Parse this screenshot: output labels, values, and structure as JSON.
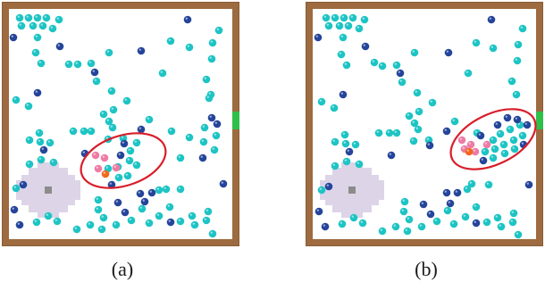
{
  "figure": {
    "captions": [
      "(a)",
      "(b)"
    ]
  },
  "colors": {
    "wall": "#9d6b3f",
    "wall_edge": "#8a5c35",
    "floor": "#ffffff",
    "exit": "#2fbf4b",
    "base_zone": "#ddd4e8",
    "base_marker": "#8c8c8c",
    "agent_teal": "#1ec4c4",
    "agent_blue": "#25459a",
    "agent_pink": "#ee7ba5",
    "agent_orange": "#f2681c",
    "highlight": "#d81e2a"
  },
  "panels": [
    {
      "label": "(a)",
      "agents": [
        [
          20,
          18,
          "t"
        ],
        [
          30,
          18,
          "t"
        ],
        [
          40,
          18,
          "t"
        ],
        [
          50,
          18,
          "t"
        ],
        [
          64,
          20,
          "t"
        ],
        [
          22,
          27,
          "t"
        ],
        [
          35,
          27,
          "t"
        ],
        [
          46,
          27,
          "t"
        ],
        [
          57,
          30,
          "t"
        ],
        [
          13,
          40,
          "b"
        ],
        [
          40,
          40,
          "t"
        ],
        [
          65,
          50,
          "b"
        ],
        [
          38,
          57,
          "t"
        ],
        [
          44,
          69,
          "t"
        ],
        [
          75,
          70,
          "t"
        ],
        [
          85,
          70,
          "t"
        ],
        [
          100,
          69,
          "t"
        ],
        [
          120,
          57,
          "t"
        ],
        [
          156,
          55,
          "b"
        ],
        [
          104,
          79,
          "b"
        ],
        [
          106,
          89,
          "t"
        ],
        [
          180,
          80,
          "t"
        ],
        [
          229,
          87,
          "t"
        ],
        [
          234,
          104,
          "t"
        ],
        [
          208,
          20,
          "b"
        ],
        [
          243,
          32,
          "t"
        ],
        [
          236,
          46,
          "t"
        ],
        [
          210,
          51,
          "t"
        ],
        [
          235,
          64,
          "t"
        ],
        [
          189,
          44,
          "t"
        ],
        [
          123,
          100,
          "t"
        ],
        [
          140,
          111,
          "t"
        ],
        [
          125,
          121,
          "t"
        ],
        [
          114,
          126,
          "t"
        ],
        [
          120,
          134,
          "t"
        ],
        [
          124,
          141,
          "t"
        ],
        [
          119,
          154,
          "t"
        ],
        [
          136,
          153,
          "t"
        ],
        [
          156,
          143,
          "b"
        ],
        [
          165,
          132,
          "t"
        ],
        [
          16,
          110,
          "t"
        ],
        [
          30,
          117,
          "t"
        ],
        [
          42,
          147,
          "t"
        ],
        [
          31,
          155,
          "t"
        ],
        [
          43,
          157,
          "t"
        ],
        [
          54,
          158,
          "t"
        ],
        [
          47,
          166,
          "b"
        ],
        [
          44,
          177,
          "t"
        ],
        [
          31,
          182,
          "t"
        ],
        [
          58,
          180,
          "t"
        ],
        [
          80,
          145,
          "t"
        ],
        [
          92,
          145,
          "t"
        ],
        [
          100,
          145,
          "t"
        ],
        [
          137,
          159,
          "b"
        ],
        [
          232,
          108,
          "t"
        ],
        [
          190,
          145,
          "t"
        ],
        [
          210,
          152,
          "t"
        ],
        [
          235,
          130,
          "b"
        ],
        [
          241,
          137,
          "b"
        ],
        [
          227,
          141,
          "t"
        ],
        [
          240,
          150,
          "t"
        ],
        [
          226,
          157,
          "t"
        ],
        [
          238,
          166,
          "t"
        ],
        [
          225,
          175,
          "b"
        ],
        [
          200,
          175,
          "t"
        ],
        [
          151,
          158,
          "t"
        ],
        [
          144,
          167,
          "t"
        ],
        [
          133,
          172,
          "b"
        ],
        [
          143,
          178,
          "t"
        ],
        [
          130,
          185,
          "t"
        ],
        [
          151,
          183,
          "t"
        ],
        [
          119,
          187,
          "t"
        ],
        [
          141,
          195,
          "t"
        ],
        [
          131,
          197,
          "t"
        ],
        [
          123,
          205,
          "b"
        ],
        [
          115,
          175,
          "p"
        ],
        [
          108,
          187,
          "p"
        ],
        [
          105,
          172,
          "p"
        ],
        [
          128,
          186,
          "p"
        ],
        [
          116,
          193,
          "o"
        ],
        [
          200,
          210,
          "t"
        ],
        [
          155,
          215,
          "b"
        ],
        [
          168,
          214,
          "b"
        ],
        [
          176,
          211,
          "t"
        ],
        [
          184,
          210,
          "t"
        ],
        [
          188,
          230,
          "t"
        ],
        [
          176,
          240,
          "t"
        ],
        [
          165,
          248,
          "t"
        ],
        [
          189,
          247,
          "b"
        ],
        [
          200,
          246,
          "t"
        ],
        [
          213,
          240,
          "t"
        ],
        [
          216,
          250,
          "t"
        ],
        [
          231,
          235,
          "t"
        ],
        [
          229,
          245,
          "t"
        ],
        [
          236,
          260,
          "t"
        ],
        [
          248,
          204,
          "b"
        ],
        [
          108,
          222,
          "t"
        ],
        [
          108,
          233,
          "t"
        ],
        [
          114,
          242,
          "t"
        ],
        [
          130,
          225,
          "b"
        ],
        [
          138,
          236,
          "b"
        ],
        [
          157,
          232,
          "t"
        ],
        [
          145,
          245,
          "t"
        ],
        [
          128,
          250,
          "t"
        ],
        [
          160,
          224,
          "b"
        ],
        [
          84,
          255,
          "t"
        ],
        [
          99,
          250,
          "t"
        ],
        [
          112,
          255,
          "t"
        ],
        [
          14,
          233,
          "b"
        ],
        [
          39,
          247,
          "t"
        ],
        [
          52,
          240,
          "t"
        ],
        [
          62,
          246,
          "t"
        ],
        [
          20,
          250,
          "b"
        ],
        [
          24,
          205,
          "b"
        ],
        [
          16,
          209,
          "t"
        ],
        [
          93,
          170,
          "b"
        ],
        [
          40,
          102,
          "b"
        ]
      ]
    },
    {
      "label": "(b)",
      "agents": [
        [
          23,
          18,
          "t"
        ],
        [
          33,
          18,
          "t"
        ],
        [
          43,
          18,
          "t"
        ],
        [
          53,
          18,
          "t"
        ],
        [
          66,
          20,
          "t"
        ],
        [
          26,
          27,
          "t"
        ],
        [
          38,
          27,
          "t"
        ],
        [
          48,
          27,
          "t"
        ],
        [
          60,
          30,
          "t"
        ],
        [
          14,
          40,
          "b"
        ],
        [
          42,
          40,
          "t"
        ],
        [
          67,
          50,
          "b"
        ],
        [
          40,
          59,
          "t"
        ],
        [
          46,
          71,
          "t"
        ],
        [
          77,
          68,
          "t"
        ],
        [
          86,
          72,
          "t"
        ],
        [
          102,
          71,
          "t"
        ],
        [
          122,
          57,
          "t"
        ],
        [
          160,
          57,
          "b"
        ],
        [
          106,
          80,
          "b"
        ],
        [
          108,
          90,
          "t"
        ],
        [
          182,
          80,
          "t"
        ],
        [
          231,
          89,
          "t"
        ],
        [
          236,
          104,
          "t"
        ],
        [
          208,
          20,
          "b"
        ],
        [
          243,
          30,
          "t"
        ],
        [
          238,
          48,
          "t"
        ],
        [
          210,
          52,
          "t"
        ],
        [
          237,
          66,
          "t"
        ],
        [
          191,
          46,
          "t"
        ],
        [
          125,
          102,
          "t"
        ],
        [
          142,
          113,
          "t"
        ],
        [
          127,
          123,
          "t"
        ],
        [
          116,
          128,
          "t"
        ],
        [
          122,
          136,
          "t"
        ],
        [
          126,
          143,
          "t"
        ],
        [
          121,
          156,
          "t"
        ],
        [
          138,
          155,
          "t"
        ],
        [
          158,
          145,
          "b"
        ],
        [
          167,
          134,
          "t"
        ],
        [
          18,
          112,
          "t"
        ],
        [
          32,
          119,
          "t"
        ],
        [
          44,
          149,
          "t"
        ],
        [
          33,
          157,
          "t"
        ],
        [
          45,
          159,
          "t"
        ],
        [
          56,
          160,
          "t"
        ],
        [
          49,
          168,
          "b"
        ],
        [
          46,
          179,
          "t"
        ],
        [
          33,
          184,
          "t"
        ],
        [
          60,
          182,
          "t"
        ],
        [
          82,
          147,
          "t"
        ],
        [
          94,
          147,
          "t"
        ],
        [
          102,
          147,
          "t"
        ],
        [
          139,
          161,
          "b"
        ],
        [
          192,
          147,
          "t"
        ],
        [
          210,
          155,
          "t"
        ],
        [
          175,
          155,
          "p"
        ],
        [
          185,
          160,
          "p"
        ],
        [
          178,
          165,
          "p"
        ],
        [
          196,
          150,
          "b"
        ],
        [
          190,
          168,
          "p"
        ],
        [
          203,
          160,
          "p"
        ],
        [
          201,
          168,
          "t"
        ],
        [
          212,
          165,
          "t"
        ],
        [
          222,
          160,
          "t"
        ],
        [
          233,
          155,
          "t"
        ],
        [
          243,
          150,
          "t"
        ],
        [
          218,
          148,
          "t"
        ],
        [
          229,
          143,
          "t"
        ],
        [
          240,
          138,
          "t"
        ],
        [
          215,
          138,
          "b"
        ],
        [
          226,
          130,
          "b"
        ],
        [
          237,
          132,
          "b"
        ],
        [
          248,
          138,
          "b"
        ],
        [
          223,
          170,
          "t"
        ],
        [
          234,
          165,
          "t"
        ],
        [
          244,
          160,
          "b"
        ],
        [
          210,
          175,
          "t"
        ],
        [
          183,
          168,
          "o"
        ],
        [
          199,
          178,
          "b"
        ],
        [
          158,
          214,
          "b"
        ],
        [
          170,
          214,
          "b"
        ],
        [
          181,
          210,
          "t"
        ],
        [
          186,
          204,
          "t"
        ],
        [
          191,
          230,
          "t"
        ],
        [
          179,
          241,
          "t"
        ],
        [
          166,
          249,
          "t"
        ],
        [
          191,
          248,
          "b"
        ],
        [
          203,
          247,
          "t"
        ],
        [
          215,
          242,
          "t"
        ],
        [
          219,
          252,
          "t"
        ],
        [
          233,
          237,
          "t"
        ],
        [
          232,
          247,
          "t"
        ],
        [
          238,
          261,
          "t"
        ],
        [
          250,
          205,
          "b"
        ],
        [
          111,
          224,
          "t"
        ],
        [
          110,
          235,
          "t"
        ],
        [
          116,
          244,
          "t"
        ],
        [
          132,
          227,
          "b"
        ],
        [
          140,
          238,
          "b"
        ],
        [
          159,
          234,
          "t"
        ],
        [
          147,
          246,
          "t"
        ],
        [
          130,
          252,
          "t"
        ],
        [
          162,
          226,
          "b"
        ],
        [
          86,
          257,
          "t"
        ],
        [
          101,
          252,
          "t"
        ],
        [
          114,
          257,
          "t"
        ],
        [
          15,
          235,
          "b"
        ],
        [
          41,
          249,
          "t"
        ],
        [
          54,
          242,
          "t"
        ],
        [
          64,
          248,
          "t"
        ],
        [
          22,
          252,
          "b"
        ],
        [
          26,
          207,
          "b"
        ],
        [
          18,
          211,
          "t"
        ],
        [
          96,
          172,
          "b"
        ],
        [
          42,
          104,
          "b"
        ],
        [
          205,
          205,
          "t"
        ]
      ]
    }
  ]
}
